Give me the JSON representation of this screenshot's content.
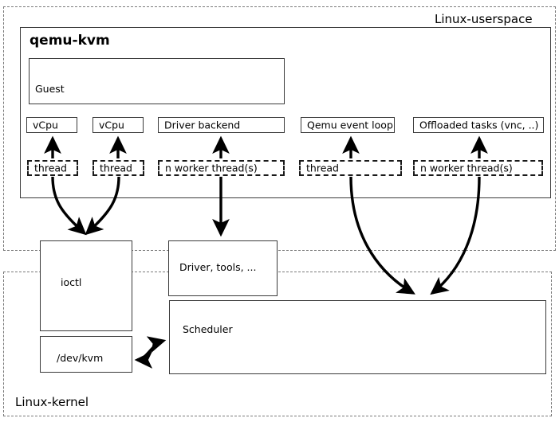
{
  "diagram": {
    "title_userspace": "Linux-userspace",
    "title_kernel": "Linux-kernel",
    "app_title": "qemu-kvm",
    "guest_label": "Guest",
    "components": [
      {
        "label": "vCpu"
      },
      {
        "label": "vCpu"
      },
      {
        "label": "Driver backend"
      },
      {
        "label": "Qemu event loop"
      },
      {
        "label": "Offloaded tasks (vnc, ..)"
      }
    ],
    "threads": [
      {
        "label": "thread"
      },
      {
        "label": "thread"
      },
      {
        "label": "n worker thread(s)"
      },
      {
        "label": "thread"
      },
      {
        "label": "n worker thread(s)"
      }
    ],
    "kernel_blocks": [
      {
        "label": "ioctl"
      },
      {
        "label": "/dev/kvm"
      },
      {
        "label": "Driver, tools, ..."
      },
      {
        "label": "Scheduler"
      }
    ],
    "colors": {
      "box_border": "#3a3a3a",
      "dashed_border": "#1a1a1a",
      "zone_border": "#7a7a7a",
      "arrow": "#000000",
      "background": "#ffffff",
      "text": "#000000"
    }
  }
}
